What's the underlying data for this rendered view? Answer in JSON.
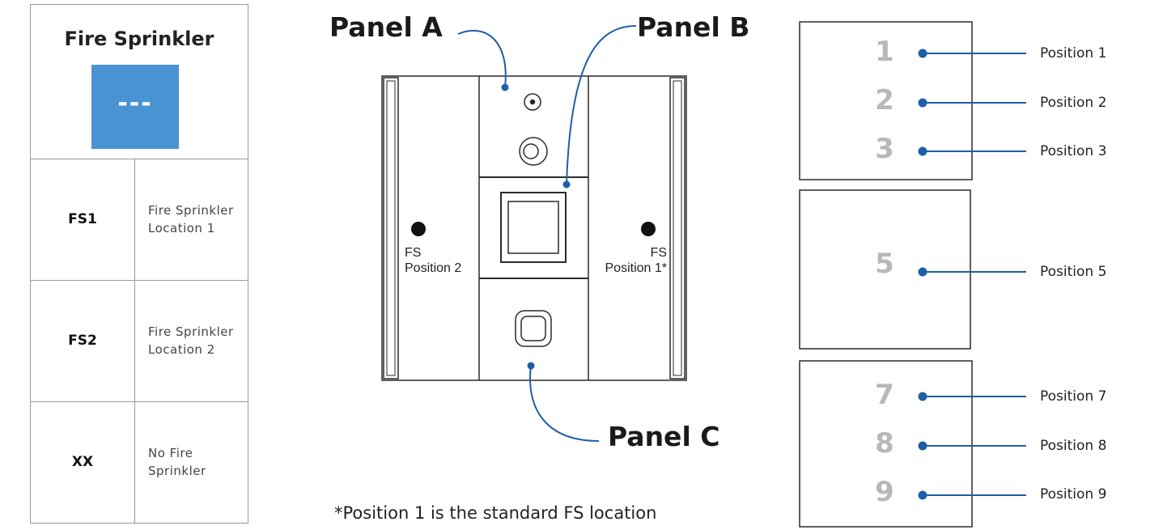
{
  "table": {
    "title": "Fire Sprinkler",
    "swatch_text": "---",
    "swatch_color": "#4a93d3",
    "rows": [
      {
        "code": "FS1",
        "description": "Fire Sprinkler Location 1"
      },
      {
        "code": "FS2",
        "description": "Fire Sprinkler Location 2"
      },
      {
        "code": "XX",
        "description": "No Fire Sprinkler"
      }
    ]
  },
  "diagram": {
    "panel_a": "Panel A",
    "panel_b": "Panel B",
    "panel_c": "Panel C",
    "fs_left_line1": "FS",
    "fs_left_line2": "Position 2",
    "fs_right_line1": "FS",
    "fs_right_line2": "Position 1*",
    "footnote": "*Position 1 is the standard FS location",
    "callout_color": "#1f5fa6"
  },
  "positions": {
    "items": [
      {
        "digit": "1",
        "label": "Position 1"
      },
      {
        "digit": "2",
        "label": "Position 2"
      },
      {
        "digit": "3",
        "label": "Position 3"
      },
      {
        "digit": "5",
        "label": "Position 5"
      },
      {
        "digit": "7",
        "label": "Position 7"
      },
      {
        "digit": "8",
        "label": "Position 8"
      },
      {
        "digit": "9",
        "label": "Position 9"
      }
    ]
  }
}
